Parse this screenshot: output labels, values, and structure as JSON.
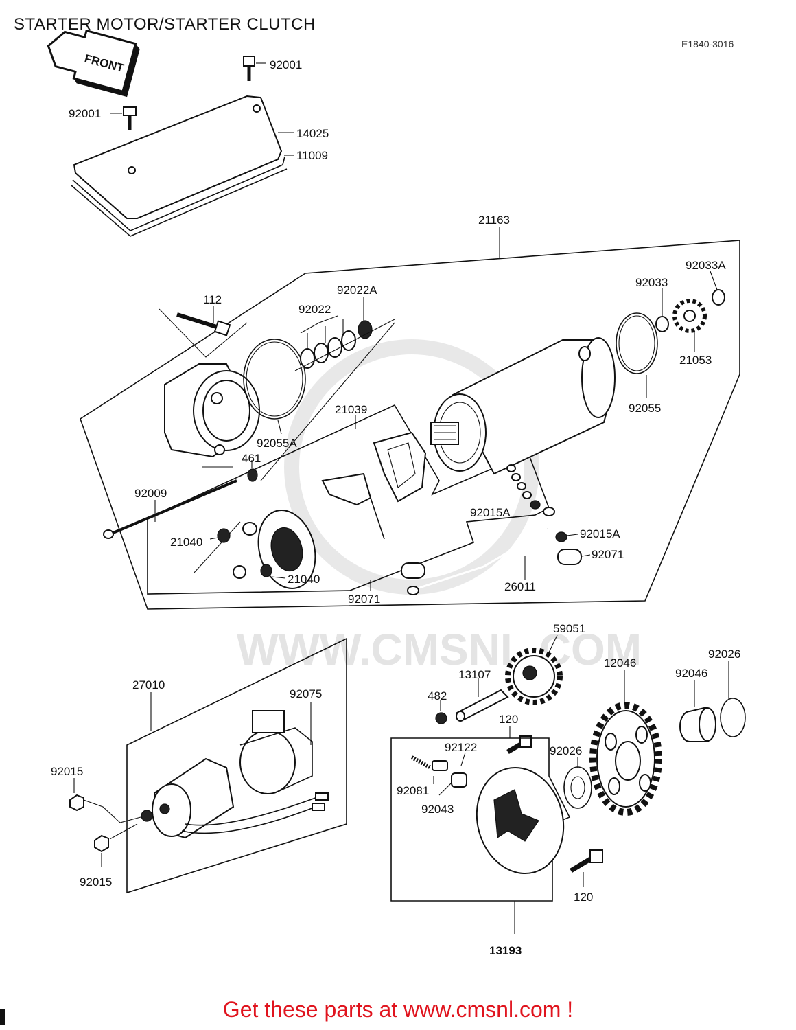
{
  "title": "STARTER MOTOR/STARTER CLUTCH",
  "diagram_code": "E1840-3016",
  "front_label": "FRONT",
  "watermark": "WWW.CMSNL.COM",
  "footer": "Get these parts at www.cmsnl.com !",
  "parts": {
    "p92001a": "92001",
    "p92001b": "92001",
    "p14025": "14025",
    "p11009": "11009",
    "p21163": "21163",
    "p92033A": "92033A",
    "p92033": "92033",
    "p21053": "21053",
    "p92055": "92055",
    "p112": "112",
    "p92022A": "92022A",
    "p92022": "92022",
    "p21039": "21039",
    "p92055A": "92055A",
    "p461": "461",
    "p92009": "92009",
    "p21040a": "21040",
    "p21040b": "21040",
    "p92015Aa": "92015A",
    "p92015Ab": "92015A",
    "p92071a": "92071",
    "p92071b": "92071",
    "p26011": "26011",
    "p59051": "59051",
    "p27010": "27010",
    "p92075": "92075",
    "p12046": "12046",
    "p92026a": "92026",
    "p92046": "92046",
    "p13107": "13107",
    "p482": "482",
    "p120a": "120",
    "p92122": "92122",
    "p92026b": "92026",
    "p92015a": "92015",
    "p92081": "92081",
    "p92043": "92043",
    "p92015b": "92015",
    "p120b": "120",
    "p13193": "13193"
  }
}
